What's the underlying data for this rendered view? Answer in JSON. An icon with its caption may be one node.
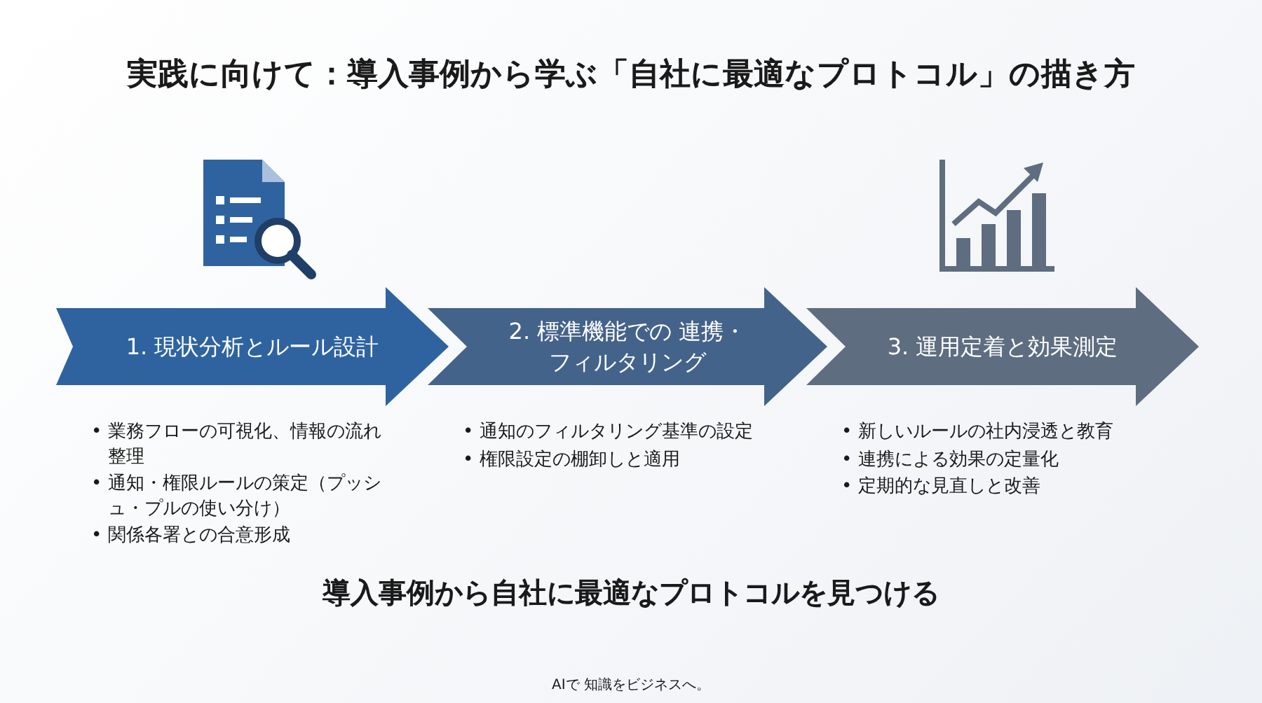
{
  "diagram": {
    "title": "実践に向けて：導入事例から学ぶ「自社に最適なプロトコル」の描き方",
    "nodes": [
      {
        "text": [
          "1. 現状分析とルール設計"
        ],
        "beside": [
          "• 業務フローの可視化、情報の流れ整理",
          "• 通知・権限ルールの策定（プッシュ・プルの使い分け）",
          "• 関係各署との合意形成"
        ]
      },
      {
        "text": [
          "2. 標準機能での 連携・フィルタリング"
        ],
        "beside": [
          "• 通知のフィルタリング基準の設定",
          "• 権限設定の棚卸しと適用"
        ]
      },
      {
        "text": [
          "3. 運用定着と効果測定"
        ],
        "beside": [
          "• 新しいルールの社内浸透と教育",
          "• 連携による効果の定量化",
          "• 定期的な見直しと改善"
        ]
      }
    ],
    "caption": "導入事例から自社に最適なプロトコルを見つける",
    "labels": [
      "AIで 知識をビジネスへ。"
    ]
  }
}
